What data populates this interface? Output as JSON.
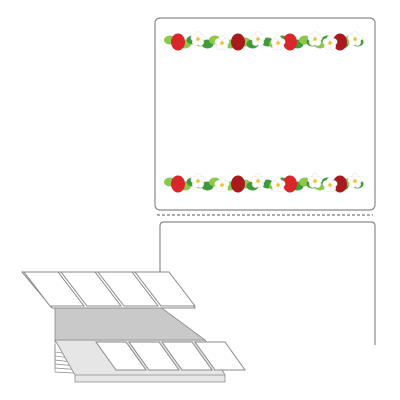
{
  "product": {
    "label_design": "strawberry-blossom-border",
    "label_count": 2,
    "has_perforation": true,
    "format": "fanfold"
  },
  "colors": {
    "outline": "#8a8a8a",
    "label_fill": "#ffffff",
    "perforation": "#7a7a7a",
    "stack_face": "#e6e6e6",
    "stack_shade": "#c9c9c9",
    "strawberry": "#d8262a",
    "strawberry_dark": "#a81a1d",
    "leaf": "#3f9a3a",
    "leaf_light": "#8cc84b",
    "blossom": "#ffffff",
    "blossom_center": "#f2c12e"
  }
}
